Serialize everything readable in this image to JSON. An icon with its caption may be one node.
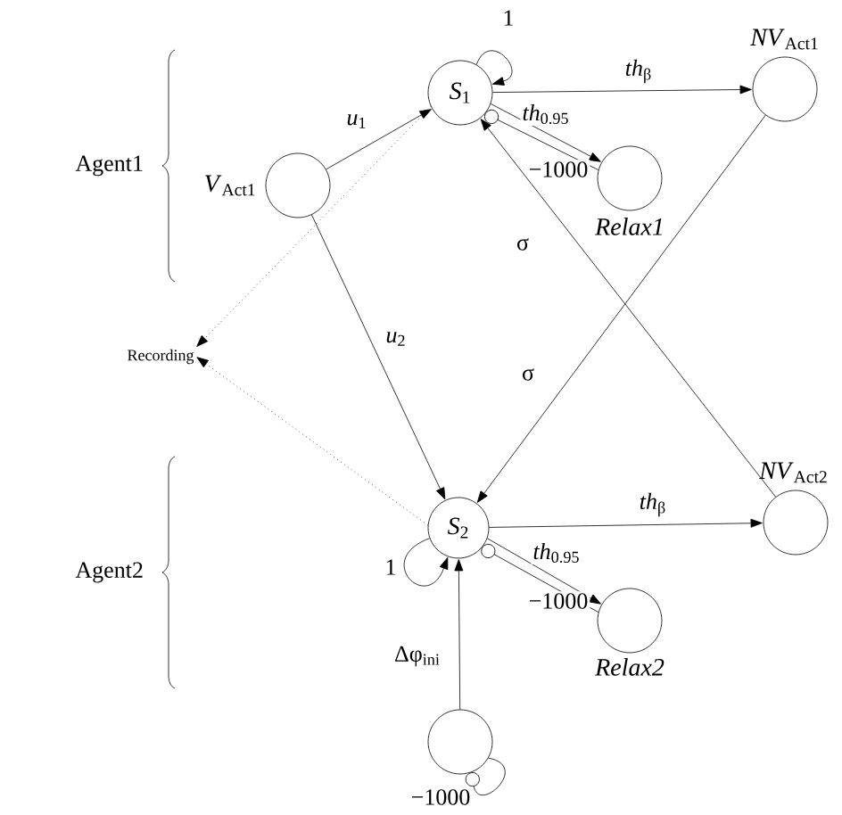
{
  "diagram": {
    "nodes": [
      {
        "text": [],
        "shape": "circle",
        "beside": [
          "*V*$_{Act1}$"
        ]
      },
      {
        "text": [
          "*S*$_{1}$"
        ]
      },
      {
        "text": [],
        "shape": "circle",
        "beside": [
          "*NV*$_{Act1}$"
        ]
      },
      {
        "text": [],
        "shape": "circle",
        "beside": [
          "*Relax1*"
        ]
      },
      {
        "text": [
          "Recording"
        ]
      },
      {
        "text": [
          "*S*$_{2}$"
        ]
      },
      {
        "text": [],
        "shape": "circle",
        "beside": [
          "*NV*$_{Act2}$"
        ]
      },
      {
        "text": [],
        "shape": "circle",
        "beside": [
          "*Relax2*"
        ]
      },
      {
        "text": [],
        "shape": "circle"
      }
    ],
    "edges": [
      {
        "from": 0,
        "to": 1,
        "arrow": "to",
        "label": "*u*$_{1}$"
      },
      {
        "from": 0,
        "to": 5,
        "arrow": "to",
        "label": "*u*$_{2}$"
      },
      {
        "from": 1,
        "to": 1,
        "arrow": "to",
        "label": "1"
      },
      {
        "from": 1,
        "to": 2,
        "arrow": "to",
        "label": "*th*$_{β}$"
      },
      {
        "from": 1,
        "to": 3,
        "arrow": "to",
        "label": "*th*$_{0.95}$"
      },
      {
        "from": 3,
        "to": 1,
        "arrow": "other",
        "label": "−1000"
      },
      {
        "from": 1,
        "to": 4,
        "arrow": "to",
        "style": "dashed"
      },
      {
        "from": 5,
        "to": 4,
        "arrow": "to",
        "style": "dashed"
      },
      {
        "from": 6,
        "to": 1,
        "arrow": "to",
        "label": "σ"
      },
      {
        "from": 2,
        "to": 5,
        "arrow": "to",
        "label": "σ"
      },
      {
        "from": 5,
        "to": 5,
        "arrow": "to",
        "label": "1"
      },
      {
        "from": 5,
        "to": 6,
        "arrow": "to",
        "label": "*th*$_{β}$"
      },
      {
        "from": 5,
        "to": 7,
        "arrow": "to",
        "label": "*th*$_{0.95}$"
      },
      {
        "from": 7,
        "to": 5,
        "arrow": "other",
        "label": "−1000"
      },
      {
        "from": 8,
        "to": 5,
        "arrow": "to",
        "label": "Δφ$_{ini}$"
      },
      {
        "from": 8,
        "to": 8,
        "arrow": "other",
        "label": "−1000"
      }
    ],
    "labels": [
      "Agent1",
      "Agent2"
    ]
  }
}
